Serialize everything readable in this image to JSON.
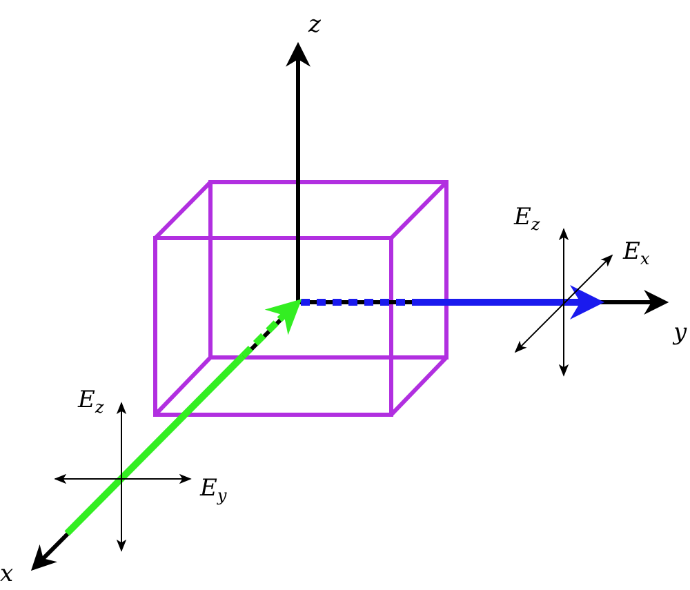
{
  "axes": {
    "x": "x",
    "y": "y",
    "z": "z"
  },
  "fields": {
    "along_y": {
      "main": "E",
      "vertical_sub": "z",
      "diagonal_sub": "x"
    },
    "along_x": {
      "main": "E",
      "vertical_sub": "z",
      "horizontal_sub": "y"
    }
  },
  "colors": {
    "axis": "#000000",
    "box": "#b12fe0",
    "beam_x": "#33ee22",
    "beam_y": "#1a1aee"
  }
}
